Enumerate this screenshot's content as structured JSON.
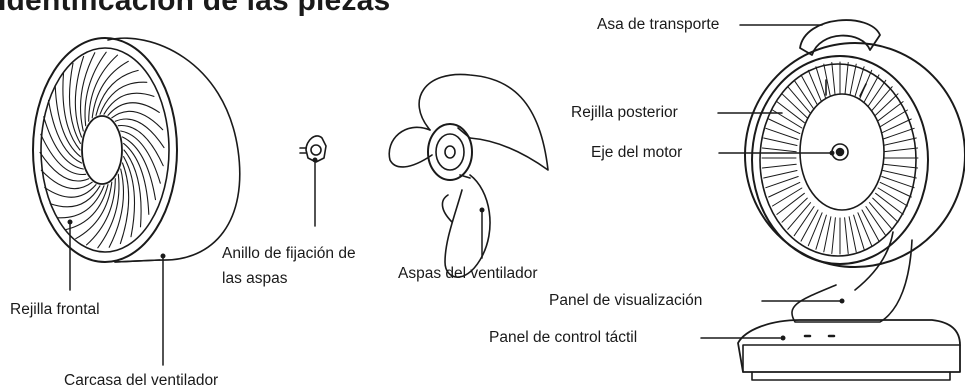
{
  "title": "Identificación de las piezas",
  "labels": {
    "carry_handle": "Asa de transporte",
    "rear_grille": "Rejilla posterior",
    "motor_shaft": "Eje del motor",
    "blade_ring_1": "Anillo de fijación de",
    "blade_ring_2": "las aspas",
    "fan_blades": "Aspas del ventilador",
    "display_panel": "Panel de visualización",
    "touch_panel": "Panel de control táctil",
    "front_grille": "Rejilla frontal",
    "fan_housing": "Carcasa del ventilador"
  }
}
